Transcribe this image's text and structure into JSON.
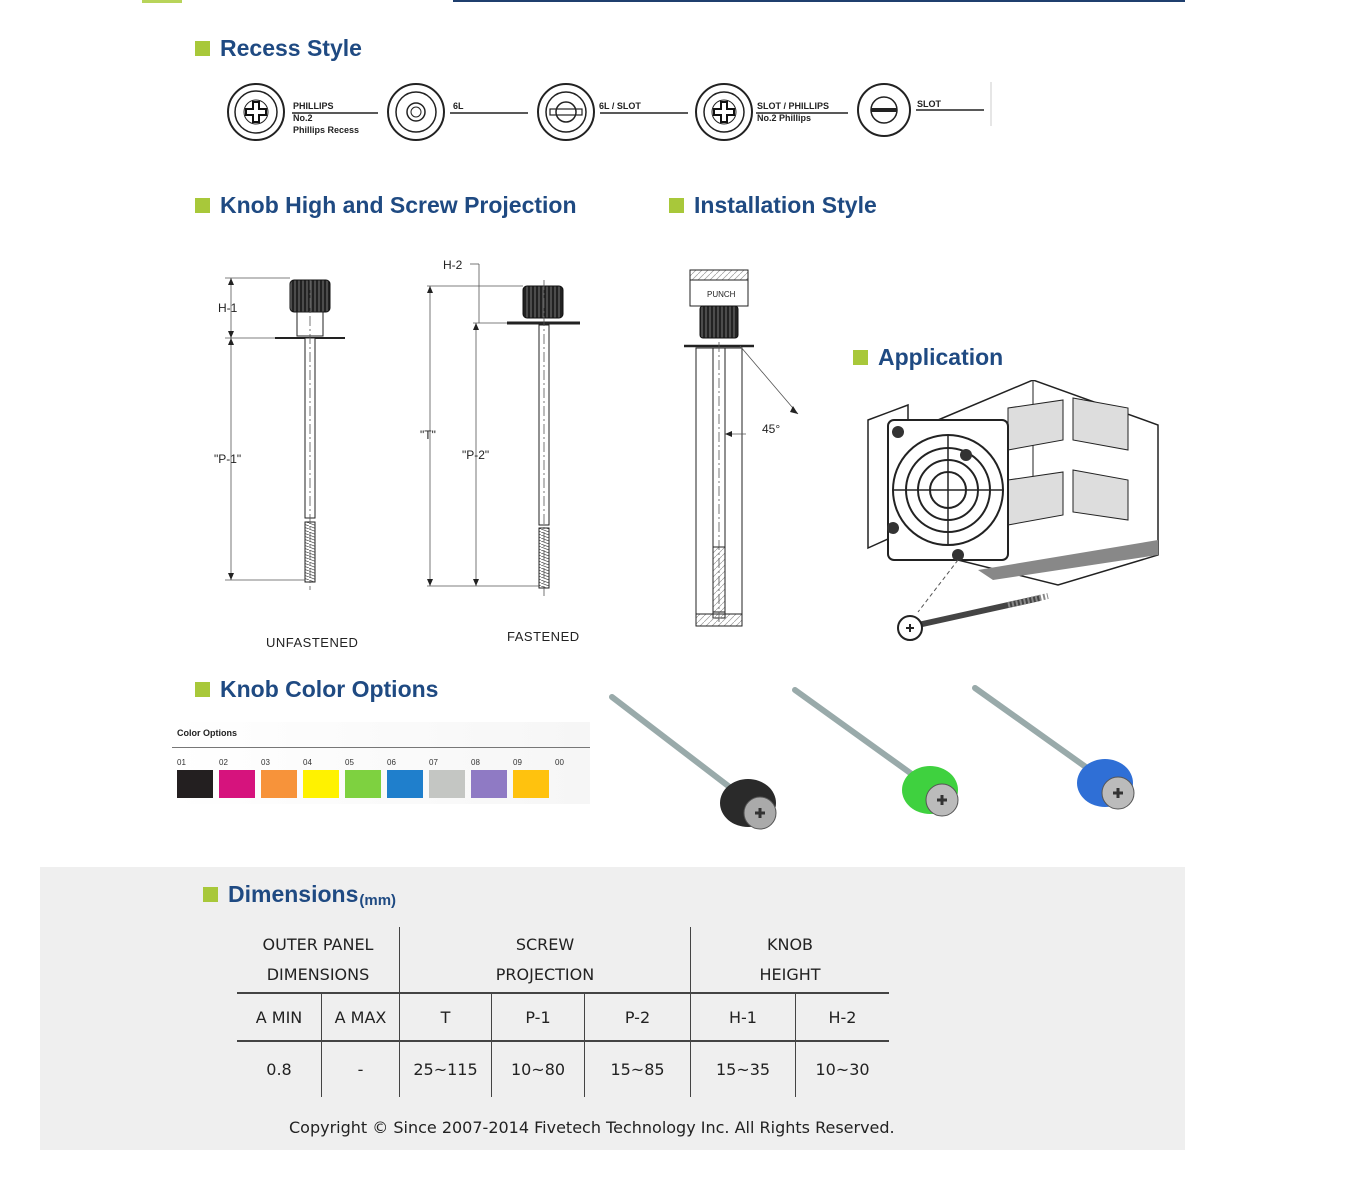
{
  "sections": {
    "recess": "Recess Style",
    "knob_high": "Knob High and Screw Projection",
    "installation": "Installation Style",
    "application": "Application",
    "color_options": "Knob Color Options",
    "dimensions": "Dimensions",
    "dimensions_unit": "(mm)"
  },
  "recess_styles": [
    {
      "l1": "PHILLIPS",
      "l2": "No.2",
      "l3": "Phillips Recess"
    },
    {
      "l1": "6L",
      "l2": "",
      "l3": ""
    },
    {
      "l1": "6L / SLOT",
      "l2": "",
      "l3": ""
    },
    {
      "l1": "SLOT / PHILLIPS",
      "l2": "No.2 Phillips",
      "l3": ""
    },
    {
      "l1": "SLOT",
      "l2": "",
      "l3": ""
    }
  ],
  "drawing": {
    "h1": "H-1",
    "h2": "H-2",
    "p1": "\"P-1\"",
    "p2": "\"P-2\"",
    "t": "\"T\"",
    "unfastened": "UNFASTENED",
    "fastened": "FASTENED",
    "punch": "PUNCH",
    "angle": "45°"
  },
  "color_options": {
    "title": "Color Options",
    "swatches": [
      {
        "code": "01",
        "color": "#231f20"
      },
      {
        "code": "02",
        "color": "#d6137d"
      },
      {
        "code": "03",
        "color": "#f7933a"
      },
      {
        "code": "04",
        "color": "#fff200"
      },
      {
        "code": "05",
        "color": "#7ed140"
      },
      {
        "code": "06",
        "color": "#1f7fcc"
      },
      {
        "code": "07",
        "color": "#c4c6c3"
      },
      {
        "code": "08",
        "color": "#8f7ac4"
      },
      {
        "code": "09",
        "color": "#ffc20e"
      },
      {
        "code": "00",
        "color": ""
      }
    ]
  },
  "knob_examples": [
    {
      "name": "black",
      "color": "#2a2a2a"
    },
    {
      "name": "green",
      "color": "#3fd13f"
    },
    {
      "name": "blue",
      "color": "#2f6fd6"
    }
  ],
  "dimensions_table": {
    "group_headers": {
      "outer_l1": "OUTER  PANEL",
      "outer_l2": "DIMENSIONS",
      "screw_l1": "SCREW",
      "screw_l2": "PROJECTION",
      "knob_l1": "KNOB",
      "knob_l2": "HEIGHT"
    },
    "columns": [
      "A MIN",
      "A MAX",
      "T",
      "P-1",
      "P-2",
      "H-1",
      "H-2"
    ],
    "row": [
      "0.8",
      "-",
      "25~115",
      "10~80",
      "15~85",
      "15~35",
      "10~30"
    ]
  },
  "copyright": "Copyright © Since 2007-2014 Fivetech Technology Inc. All Rights Reserved."
}
